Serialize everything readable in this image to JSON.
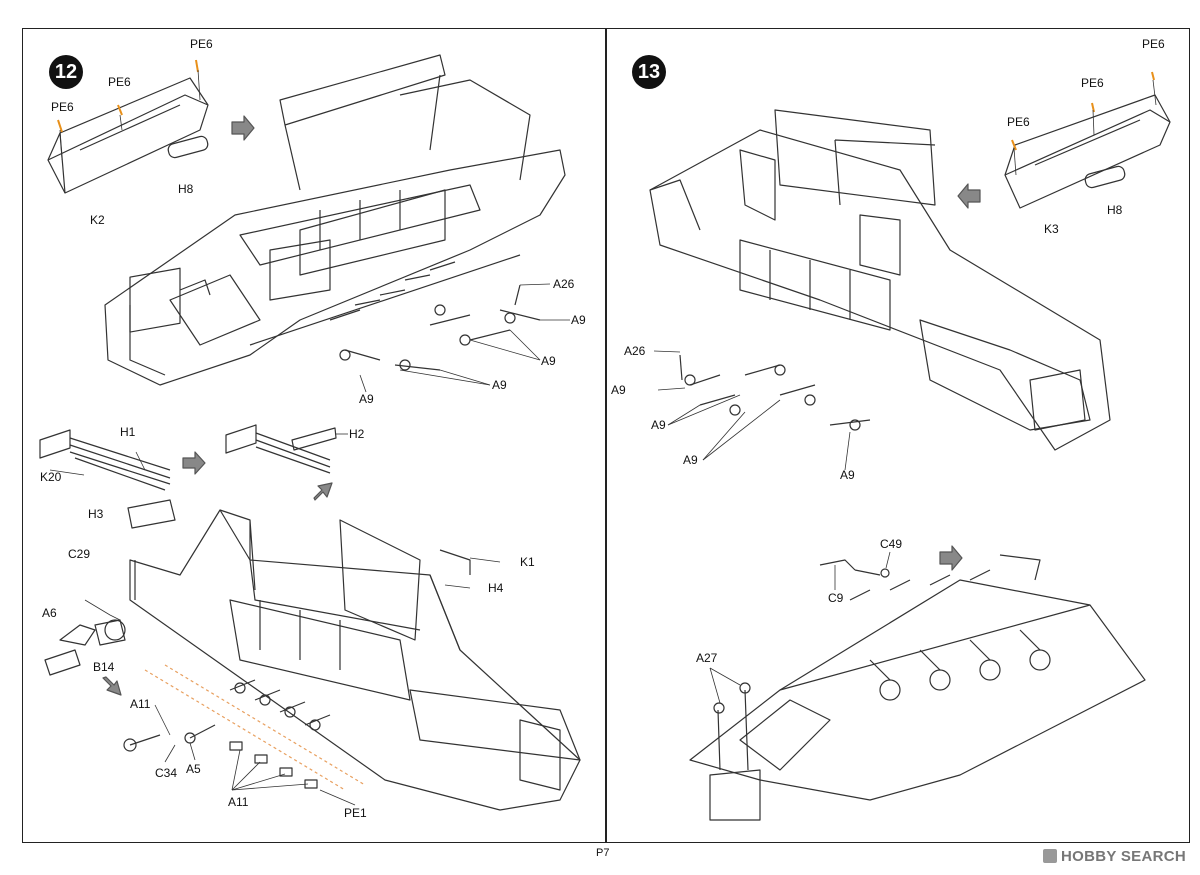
{
  "steps": {
    "left": "12",
    "right": "13"
  },
  "labels": {
    "l_pe6_a": "PE6",
    "l_pe6_b": "PE6",
    "l_pe6_c": "PE6",
    "l_h8": "H8",
    "l_k2": "K2",
    "l_a26": "A26",
    "l_a9_a": "A9",
    "l_a9_b": "A9",
    "l_a9_c": "A9",
    "l_a9_d": "A9",
    "l_h1": "H1",
    "l_h2": "H2",
    "l_k20": "K20",
    "l_h3": "H3",
    "l_c29": "C29",
    "l_a6": "A6",
    "l_b14": "B14",
    "l_k1": "K1",
    "l_h4": "H4",
    "l_a11_a": "A11",
    "l_c34": "C34",
    "l_a5": "A5",
    "l_a11_b": "A11",
    "l_pe1": "PE1",
    "r_pe6_a": "PE6",
    "r_pe6_b": "PE6",
    "r_pe6_c": "PE6",
    "r_h8": "H8",
    "r_k3": "K3",
    "r_a26": "A26",
    "r_a9_a": "A9",
    "r_a9_b": "A9",
    "r_a9_c": "A9",
    "r_a9_d": "A9",
    "r_c49": "C49",
    "r_c9": "C9",
    "r_a27": "A27"
  },
  "page_number": "P7",
  "watermark": "HOBBY SEARCH"
}
